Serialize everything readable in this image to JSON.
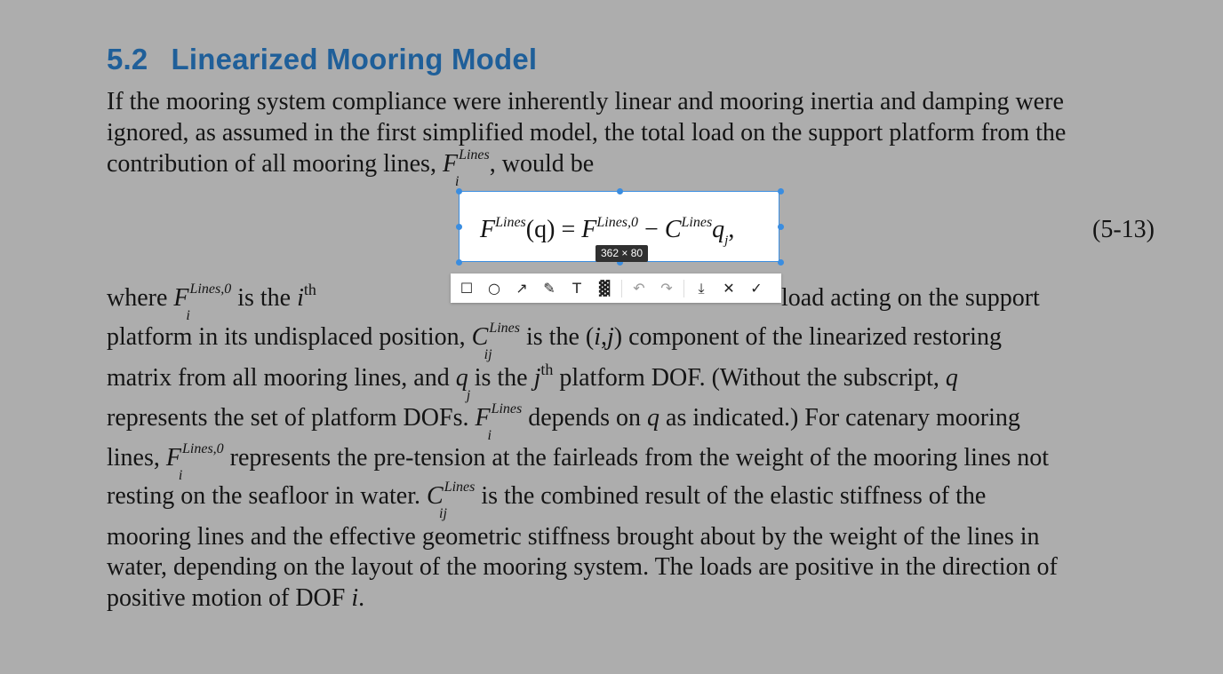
{
  "heading": {
    "number": "5.2",
    "title": "Linearized Mooring Model"
  },
  "paragraph1": {
    "line1": "If the mooring system compliance were inherently linear and mooring inertia and damping were",
    "line2": "ignored, as assumed in the first simplified model, the total load on the support platform from the",
    "line3_pre": "contribution of all mooring lines,",
    "line3_post": ", would be"
  },
  "math_terms": {
    "F": "F",
    "C": "C",
    "q": "q",
    "i": "i",
    "j": "j",
    "ij": "ij",
    "lines": "Lines",
    "lines0": "Lines,0",
    "th": "th"
  },
  "equation": {
    "lhs_arg": "(q)",
    "equals": " = ",
    "minus": " − ",
    "comma": ",",
    "number": "(5-13)"
  },
  "selection": {
    "size_label": "362 × 80"
  },
  "toolbar": {
    "tools": [
      {
        "name": "rectangle-tool-icon",
        "glyph": "☐"
      },
      {
        "name": "ellipse-tool-icon",
        "glyph": "○"
      },
      {
        "name": "arrow-tool-icon",
        "glyph": "↗"
      },
      {
        "name": "pen-tool-icon",
        "glyph": "✎"
      },
      {
        "name": "text-tool-icon",
        "glyph": "T"
      },
      {
        "name": "mosaic-tool-icon",
        "glyph": "▓"
      },
      {
        "name": "undo-icon",
        "glyph": "↶"
      },
      {
        "name": "redo-icon",
        "glyph": "↷"
      },
      {
        "name": "download-icon",
        "glyph": "⤓"
      },
      {
        "name": "close-icon",
        "glyph": "✕"
      },
      {
        "name": "confirm-icon",
        "glyph": "✓"
      }
    ]
  },
  "paragraph2": {
    "l1_a": "where",
    "l1_b": "is the",
    "l1_c": "load acting on the support",
    "l2_a": "platform in its undisplaced position,",
    "l2_b": "is the (",
    "l2_c": ",",
    "l2_d": ") component of the linearized restoring",
    "l3_a": "matrix from all mooring lines, and",
    "l3_b": "is the",
    "l3_c": "platform DOF.  (Without the subscript,",
    "l4_a": "represents the set of platform DOFs.",
    "l4_b": "depends on",
    "l4_c": "as indicated.)  For catenary mooring",
    "l5_a": "lines,",
    "l5_b": "represents the pre-tension at the fairleads from the weight of the mooring lines not",
    "l6_a": "resting on the seafloor in water.",
    "l6_b": "is the combined result of the elastic stiffness of the",
    "l7": "mooring lines and the effective geometric stiffness brought about by the weight of the lines in",
    "l8": "water, depending on the layout of the mooring system.  The loads are positive in the direction of",
    "l9_a": "positive motion of DOF",
    "l9_b": "."
  },
  "colors": {
    "background": "#adadad",
    "heading": "#1f5f99",
    "selection_border": "#3a8de0"
  }
}
